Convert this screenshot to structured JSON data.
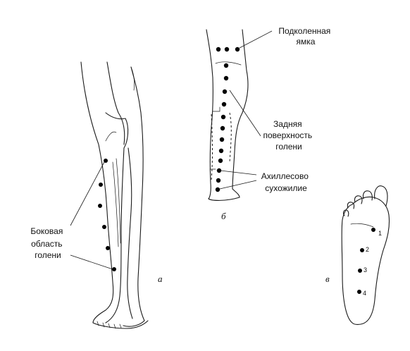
{
  "labels": {
    "lateral_shin": [
      "Боковая",
      "область",
      "голени"
    ],
    "popliteal": [
      "Подколенная",
      "ямка"
    ],
    "posterior_shin": [
      "Задняя",
      "поверхность",
      "голени"
    ],
    "achilles": [
      "Ахиллесово",
      "сухожилие"
    ]
  },
  "panel_labels": {
    "a": "а",
    "b": "б",
    "c": "в"
  },
  "foot_points": [
    "1",
    "2",
    "3",
    "4"
  ]
}
